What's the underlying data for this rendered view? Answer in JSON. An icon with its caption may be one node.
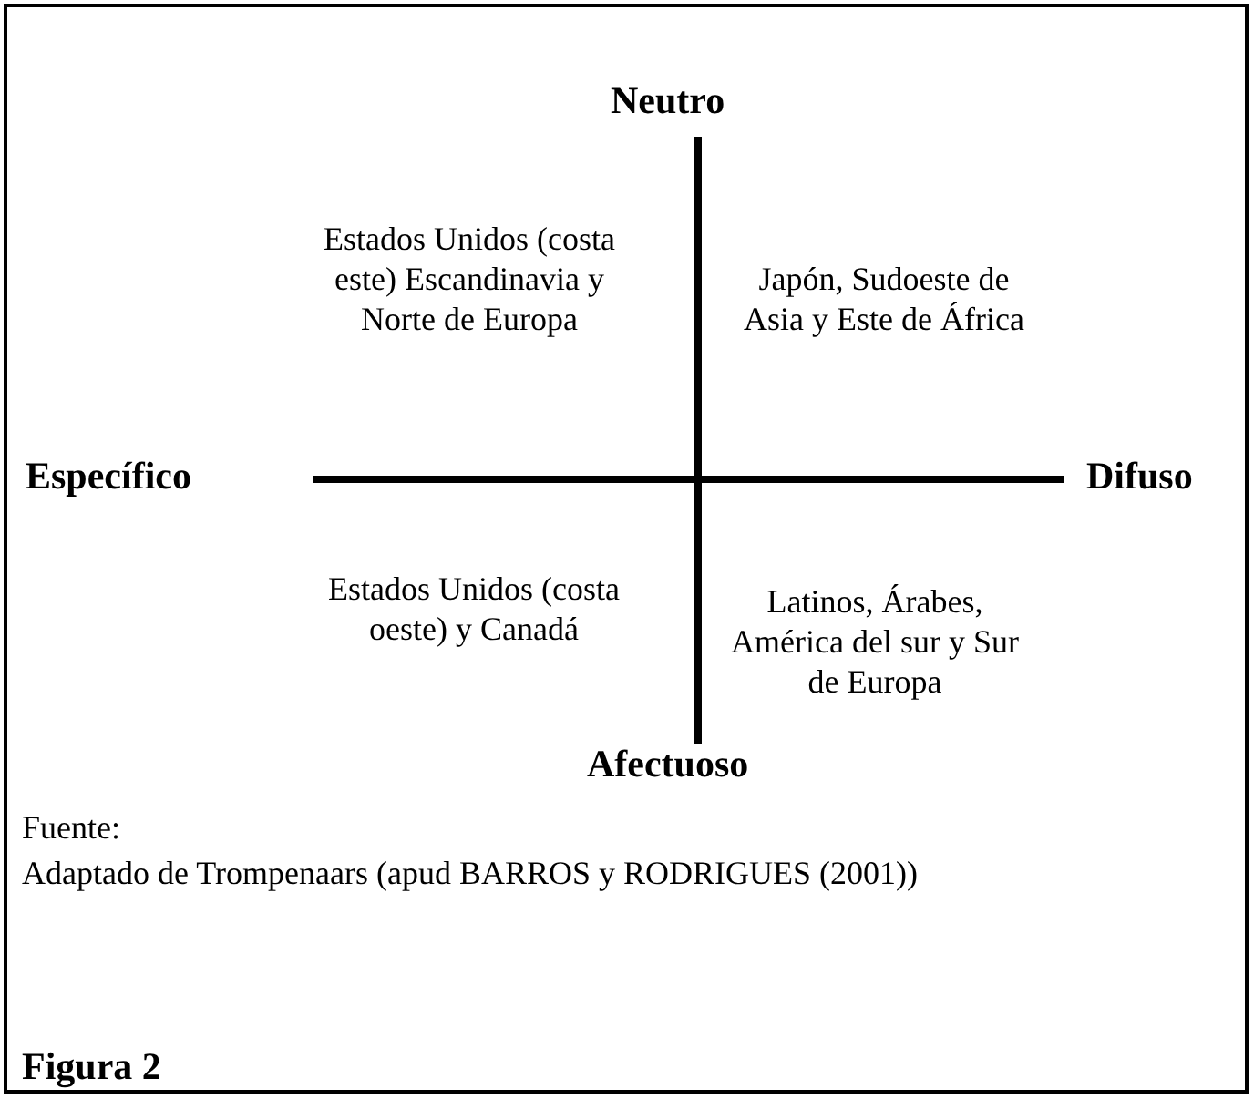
{
  "diagram": {
    "caption": "Figura 2",
    "labels": [
      "Neutro",
      "Estados Unidos (costa este) Escandinavia y Norte de Europa",
      "Japón, Sudoeste de Asia y Este de África",
      "Específico",
      "Difuso",
      "Estados Unidos (costa oeste) y Canadá",
      "Latinos, Árabes, América del sur y Sur de Europa",
      "Afectuoso",
      "Fuente:",
      "Adaptado de Trompenaars (apud BARROS y RODRIGUES (2001))"
    ]
  }
}
